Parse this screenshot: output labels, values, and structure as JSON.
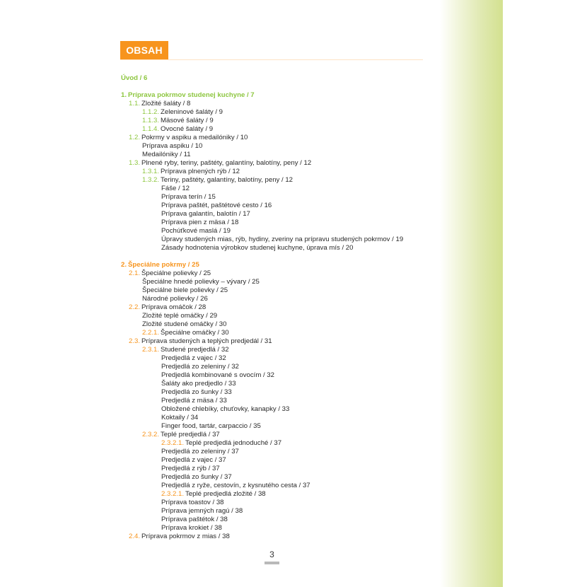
{
  "colors": {
    "accent_orange": "#f7941d",
    "accent_green": "#8dc63f",
    "side_band": "#d3e18f"
  },
  "header": {
    "title": "OBSAH"
  },
  "toc": [
    {
      "style": "intro",
      "level": "lvl0",
      "num": "",
      "title": "Úvod  / 6"
    },
    {
      "style": "chapter green",
      "level": "lvl0",
      "num": "1.",
      "title": "Príprava pokrmov studenej kuchyne  / 7",
      "gap": true
    },
    {
      "style": "green",
      "level": "lvl1",
      "num": "1.1.",
      "title": "Zložité šaláty  / 8"
    },
    {
      "style": "green",
      "level": "lvl2",
      "num": "1.1.2.",
      "title": "Zeleninové šaláty  / 9"
    },
    {
      "style": "green",
      "level": "lvl2",
      "num": "1.1.3.",
      "title": "Mäsové šaláty  / 9"
    },
    {
      "style": "green",
      "level": "lvl2",
      "num": "1.1.4.",
      "title": "Ovocné šaláty  / 9"
    },
    {
      "style": "green",
      "level": "lvl1",
      "num": "1.2.",
      "title": "Pokrmy v aspiku a medailóniky  / 10"
    },
    {
      "style": "green",
      "level": "lvl1-text",
      "num": "",
      "title": "Príprava aspiku  / 10"
    },
    {
      "style": "green",
      "level": "lvl1-text",
      "num": "",
      "title": "Medailóniky  / 11"
    },
    {
      "style": "green",
      "level": "lvl1",
      "num": "1.3.",
      "title": "Plnené ryby, teriny, paštéty, galantíny, balotíny, peny  / 12"
    },
    {
      "style": "green",
      "level": "lvl2",
      "num": "1.3.1.",
      "title": "Príprava plnených rýb  / 12"
    },
    {
      "style": "green",
      "level": "lvl2",
      "num": "1.3.2.",
      "title": "Teriny, paštéty, galantíny, balotíny, peny  / 12"
    },
    {
      "style": "green",
      "level": "lvl2-text",
      "num": "",
      "title": "Fáše  / 12"
    },
    {
      "style": "green",
      "level": "lvl2-text",
      "num": "",
      "title": "Príprava terín  / 15"
    },
    {
      "style": "green",
      "level": "lvl2-text",
      "num": "",
      "title": "Príprava paštét, paštétové cesto  / 16"
    },
    {
      "style": "green",
      "level": "lvl2-text",
      "num": "",
      "title": "Príprava galantín, balotín  / 17"
    },
    {
      "style": "green",
      "level": "lvl2-text",
      "num": "",
      "title": "Príprava pien z mäsa  / 18"
    },
    {
      "style": "green",
      "level": "lvl2-text",
      "num": "",
      "title": "Pochúťkové maslá  / 19"
    },
    {
      "style": "green",
      "level": "lvl2-text",
      "num": "",
      "title": "Úpravy studených mias, rýb, hydiny, zveriny na prípravu studených pokrmov  / 19"
    },
    {
      "style": "green",
      "level": "lvl2-text",
      "num": "",
      "title": "Zásady hodnotenia výrobkov studenej kuchyne, úprava mís  / 20"
    },
    {
      "style": "chapter orange",
      "level": "lvl0",
      "num": "2.",
      "title": "Špeciálne pokrmy  / 25",
      "gap": true
    },
    {
      "style": "orange",
      "level": "lvl1",
      "num": "2.1.",
      "title": "Špeciálne polievky  / 25"
    },
    {
      "style": "orange",
      "level": "lvl1-text",
      "num": "",
      "title": "Špeciálne hnedé polievky – vývary  / 25"
    },
    {
      "style": "orange",
      "level": "lvl1-text",
      "num": "",
      "title": "Špeciálne biele polievky  / 25"
    },
    {
      "style": "orange",
      "level": "lvl1-text",
      "num": "",
      "title": "Národné polievky  / 26"
    },
    {
      "style": "orange",
      "level": "lvl1",
      "num": "2.2.",
      "title": "Príprava omáčok  / 28"
    },
    {
      "style": "orange",
      "level": "lvl1-text",
      "num": "",
      "title": "Zložité teplé omáčky  / 29"
    },
    {
      "style": "orange",
      "level": "lvl1-text",
      "num": "",
      "title": "Zložité studené omáčky  / 30"
    },
    {
      "style": "orange",
      "level": "lvl2",
      "num": "2.2.1.",
      "title": "Špeciálne omáčky  / 30"
    },
    {
      "style": "orange",
      "level": "lvl1",
      "num": "2.3.",
      "title": "Príprava studených a teplých predjedál  / 31"
    },
    {
      "style": "orange",
      "level": "lvl2",
      "num": "2.3.1.",
      "title": "Studené predjedlá  / 32"
    },
    {
      "style": "orange",
      "level": "lvl2-text",
      "num": "",
      "title": "Predjedlá z vajec  / 32"
    },
    {
      "style": "orange",
      "level": "lvl2-text",
      "num": "",
      "title": "Predjedlá zo zeleniny  / 32"
    },
    {
      "style": "orange",
      "level": "lvl2-text",
      "num": "",
      "title": "Predjedlá kombinované s ovocím  / 32"
    },
    {
      "style": "orange",
      "level": "lvl2-text",
      "num": "",
      "title": "Šaláty ako predjedlo  / 33"
    },
    {
      "style": "orange",
      "level": "lvl2-text",
      "num": "",
      "title": "Predjedlá zo šunky  / 33"
    },
    {
      "style": "orange",
      "level": "lvl2-text",
      "num": "",
      "title": "Predjedlá z mäsa  / 33"
    },
    {
      "style": "orange",
      "level": "lvl2-text",
      "num": "",
      "title": "Obložené chlebíky, chuťovky, kanapky  / 33"
    },
    {
      "style": "orange",
      "level": "lvl2-text",
      "num": "",
      "title": "Koktaily  / 34"
    },
    {
      "style": "orange",
      "level": "lvl2-text",
      "num": "",
      "title": "Finger food, tartár, carpaccio  / 35"
    },
    {
      "style": "orange",
      "level": "lvl2",
      "num": "2.3.2.",
      "title": "Teplé predjedlá  / 37"
    },
    {
      "style": "orange",
      "level": "lvl3",
      "num": "2.3.2.1.",
      "title": "Teplé predjedlá jednoduché  / 37"
    },
    {
      "style": "orange",
      "level": "lvl2-text",
      "num": "",
      "title": "Predjedlá zo zeleniny  / 37"
    },
    {
      "style": "orange",
      "level": "lvl2-text",
      "num": "",
      "title": "Predjedlá z vajec  / 37"
    },
    {
      "style": "orange",
      "level": "lvl2-text",
      "num": "",
      "title": "Predjedlá z rýb  / 37"
    },
    {
      "style": "orange",
      "level": "lvl2-text",
      "num": "",
      "title": "Predjedlá zo šunky  / 37"
    },
    {
      "style": "orange",
      "level": "lvl2-text",
      "num": "",
      "title": "Predjedlá z ryže, cestovín, z kysnutého cesta  / 37"
    },
    {
      "style": "orange",
      "level": "lvl3",
      "num": "2.3.2.1.",
      "title": "Teplé predjedlá zložité  / 38"
    },
    {
      "style": "orange",
      "level": "lvl2-text",
      "num": "",
      "title": "Príprava toastov  / 38"
    },
    {
      "style": "orange",
      "level": "lvl2-text",
      "num": "",
      "title": "Príprava jemných ragú  / 38"
    },
    {
      "style": "orange",
      "level": "lvl2-text",
      "num": "",
      "title": "Príprava paštétok  / 38"
    },
    {
      "style": "orange",
      "level": "lvl2-text",
      "num": "",
      "title": "Príprava krokiet  / 38"
    },
    {
      "style": "orange",
      "level": "lvl1",
      "num": "2.4.",
      "title": "Príprava pokrmov z mias  / 38"
    }
  ],
  "footer": {
    "page_number": "3"
  }
}
